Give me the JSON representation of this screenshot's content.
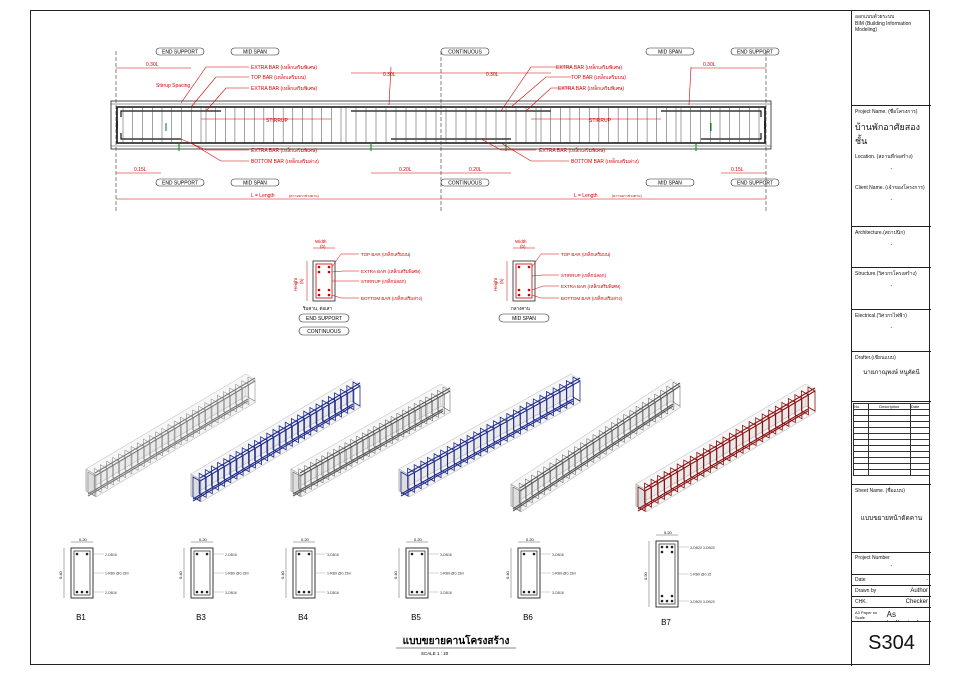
{
  "titleblock": {
    "firm": "ออกแบบด้วยระบบ",
    "firm_sub": "BIM (Building Information Modeling)",
    "project_label": "Project Name. (ชื่อโครงการ)",
    "project_value": "บ้านพักอาศัยสองชั้น",
    "location_label": "Location. (สถานที่ก่อสร้าง)",
    "location_value": "-",
    "client_label": "Client Name. (เจ้าของโครงการ)",
    "client_value": "-",
    "arch_label": "Architecture.(สถาปนิก)",
    "arch_value": "-",
    "struct_label": "Structure.(วิศวกรโครงสร้าง)",
    "struct_value": "-",
    "elec_label": "Electrical.(วิศวกรไฟฟ้า)",
    "elec_value": "-",
    "drafter_label": "Drafter.(เขียนแบบ)",
    "drafter_value": "นายภาณุพงษ์ หนูคัดนี",
    "rev_cols": [
      "No.",
      "Description",
      "Date"
    ],
    "sheet_name_label": "Sheet Name. (ชื่อแบบ)",
    "sheet_name_value": "แบบขยายหน้าตัดคาน",
    "project_number_label": "Project Number",
    "project_number_value": "-",
    "date_label": "Date",
    "date_value": "-",
    "drawn_label": "Drawn by",
    "drawn_value": "Author",
    "chk_label": "CHK.",
    "chk_value": "Checker",
    "scale_label": "A3 Paper on Scale",
    "scale_value": "As indicated",
    "sheet_no": "S304"
  },
  "elevation": {
    "tags_top": [
      "END SUPPORT",
      "MID SPAN",
      "CONTINUOUS",
      "MID SPAN",
      "END SUPPORT"
    ],
    "tags_bottom": [
      "END SUPPORT",
      "MID SPAN",
      "CONTINUOUS",
      "MID SPAN",
      "END SUPPORT"
    ],
    "extra_bar_top": "EXTRA BAR (เหล็กเสริมพิเศษ)",
    "top_bar": "TOP BAR (เหล็กเสริมบน)",
    "stirrup": "STIRRUP",
    "extra_bar_bottom": "EXTRA BAR (เหล็กเสริมพิเศษ)",
    "bottom_bar": "BOTTOM BAR (เหล็กเสริมล่าง)",
    "stirrup_spacing": "Stirrup Spacing",
    "dim_030L": "0.30L",
    "dim_015L": "0.15L",
    "dim_020L": "0.20L",
    "length": "L = Length",
    "length_sub": "(ความยาวช่วงคาน)"
  },
  "typical_sections": {
    "width_label": "Width",
    "width_sub": "(b)",
    "height_label": "Height",
    "height_sub": "(h)",
    "left": {
      "labels": [
        "TOP BAR (เหล็กเสริมบน)",
        "EXTRA BAR (เหล็กเสริมพิเศษ)",
        "STIRRUP (เหล็กปลอก)",
        "BOTTOM BAR (เหล็กเสริมล่าง)"
      ],
      "caption": "ริมคาน, ต่อเสา",
      "tags": [
        "END SUPPORT",
        "CONTINUOUS"
      ]
    },
    "right": {
      "labels": [
        "TOP BAR (เหล็กเสริมบน)",
        "STIRRUP (เหล็กปลอก)",
        "EXTRA BAR (เหล็กเสริมพิเศษ)",
        "BOTTOM BAR (เหล็กเสริมล่าง)"
      ],
      "caption": "กลางคาน",
      "tags": [
        "MID SPAN"
      ]
    }
  },
  "beams": [
    {
      "name": "B1",
      "width": "0.20",
      "height": "0.40",
      "top": "2-DB16",
      "stirrup": "1-RB9 @0.15m",
      "bottom": "2-DB16"
    },
    {
      "name": "B3",
      "width": "0.20",
      "height": "0.40",
      "top": "2-DB16",
      "stirrup": "1-RB9 @0.15m",
      "bottom": "3-DB16"
    },
    {
      "name": "B4",
      "width": "0.20",
      "height": "0.40",
      "top": "3-DB16",
      "stirrup": "1-RB9 @0.15m",
      "bottom": "3-DB16"
    },
    {
      "name": "B5",
      "width": "0.20",
      "height": "0.40",
      "top": "3-DB16",
      "stirrup": "1-RB9 @0.15m",
      "bottom": "3-DB16"
    },
    {
      "name": "B6",
      "width": "0.20",
      "height": "0.40",
      "top": "3-DB16",
      "stirrup": "1-RB9 @0.15m",
      "bottom": "3-DB16"
    },
    {
      "name": "B7",
      "width": "0.20",
      "height": "0.50",
      "top": "3-DB20 3-DB20",
      "stirrup": "1-RB9 @0.15",
      "bottom": "3-DB20 3-DB20"
    }
  ],
  "drawing_title": "แบบขยายคานโครงสร้าง",
  "drawing_scale": "SCALE 1 : 20",
  "colors": {
    "red": "#d40000",
    "green": "#1a9a2a",
    "blue": "#1e2a8a"
  }
}
